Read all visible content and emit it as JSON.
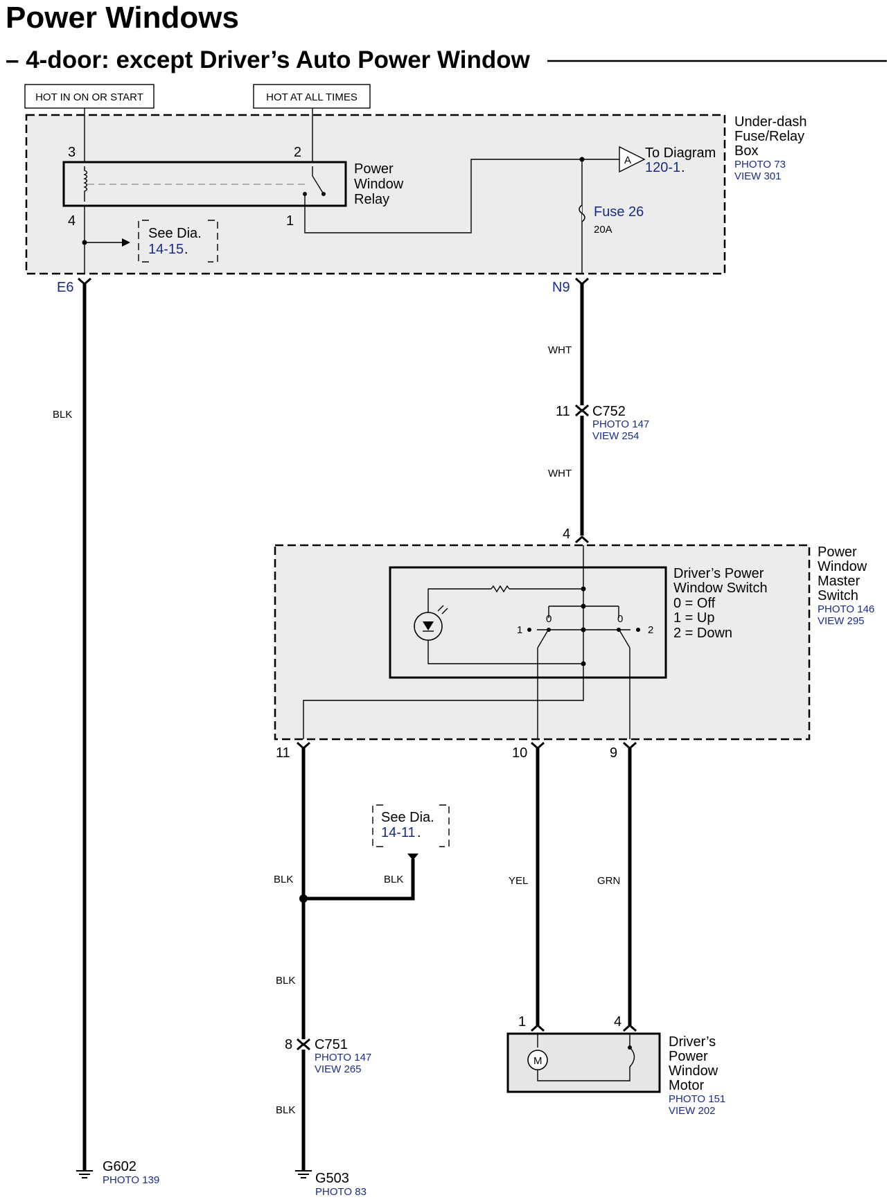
{
  "title": "Power Windows",
  "subtitle": "– 4-door: except Driver’s Auto Power Window",
  "power_sources": {
    "hot_in_on_or_start": "HOT IN ON OR START",
    "hot_at_all_times": "HOT AT ALL TIMES"
  },
  "fuse_box": {
    "name_line1": "Under-dash",
    "name_line2": "Fuse/Relay",
    "name_line3": "Box",
    "photo": "PHOTO 73",
    "view": "VIEW 301",
    "relay_line1": "Power",
    "relay_line2": "Window",
    "relay_line3": "Relay",
    "relay_pin_3": "3",
    "relay_pin_2": "2",
    "relay_pin_4": "4",
    "relay_pin_1": "1",
    "to_diagram_letter": "A",
    "to_diagram_label": "To Diagram",
    "to_diagram_ref": "120-1",
    "to_diagram_dot": ".",
    "fuse_label": "Fuse 26",
    "fuse_rating": "20A",
    "see_dia_label": "See Dia.",
    "see_dia_ref": "14-15",
    "see_dia_dot": ".",
    "terminal_e6": "E6",
    "terminal_n9": "N9"
  },
  "wires": {
    "blk_main": "BLK",
    "wht_upper": "WHT",
    "wht_lower": "WHT",
    "blk_left": "BLK",
    "blk_branch": "BLK",
    "blk_mid": "BLK",
    "blk_bottom": "BLK",
    "yel": "YEL",
    "grn": "GRN"
  },
  "c752": {
    "pin": "11",
    "name": "C752",
    "photo": "PHOTO 147",
    "view": "VIEW 254"
  },
  "master_switch": {
    "pin_4": "4",
    "name_line1": "Power",
    "name_line2": "Window",
    "name_line3": "Master",
    "name_line4": "Switch",
    "photo": "PHOTO 146",
    "view": "VIEW 295",
    "switch_line1": "Driver’s Power",
    "switch_line2": "Window Switch",
    "legend_off": "0 = Off",
    "legend_up": "1 = Up",
    "legend_down": "2 = Down",
    "pos_left_1": "1",
    "pos_left_0": "0",
    "pos_right_0": "0",
    "pos_right_2": "2",
    "pin_11": "11",
    "pin_10": "10",
    "pin_9": "9"
  },
  "see_dia_2": {
    "label": "See Dia.",
    "ref": "14-11",
    "dot": "."
  },
  "c751": {
    "pin": "8",
    "name": "C751",
    "photo": "PHOTO 147",
    "view": "VIEW 265"
  },
  "motor": {
    "pin_1": "1",
    "pin_4": "4",
    "symbol": "M",
    "name_line1": "Driver’s",
    "name_line2": "Power",
    "name_line3": "Window",
    "name_line4": "Motor",
    "photo": "PHOTO 151",
    "view": "VIEW 202"
  },
  "grounds": {
    "g602_name": "G602",
    "g602_photo": "PHOTO 139",
    "g503_name": "G503",
    "g503_photo": "PHOTO 83"
  }
}
